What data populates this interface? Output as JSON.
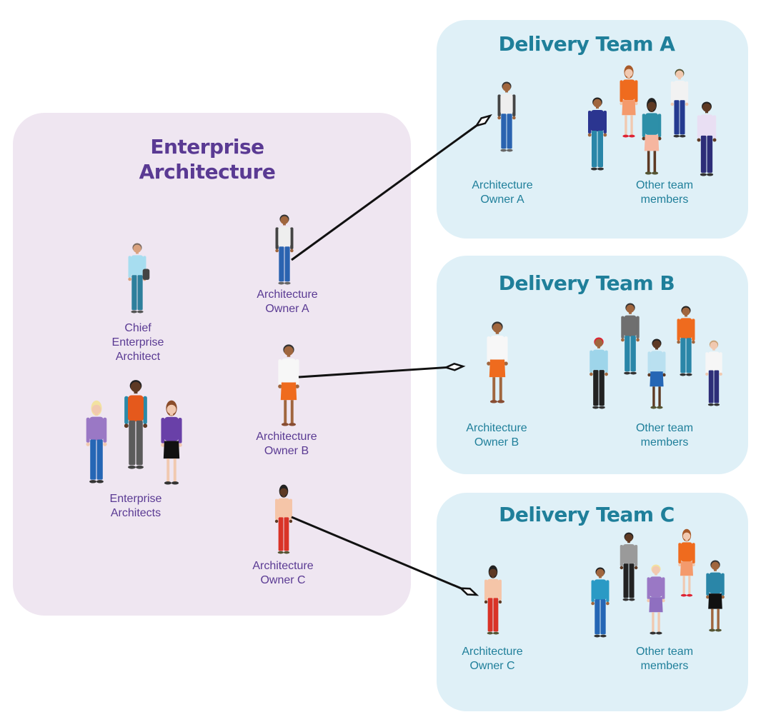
{
  "enterprise_architecture": {
    "title_line1": "Enterprise",
    "title_line2": "Architecture",
    "chief": {
      "line1": "Chief",
      "line2": "Enterprise",
      "line3": "Architect"
    },
    "architects": {
      "line1": "Enterprise",
      "line2": "Architects"
    },
    "owners": [
      {
        "line1": "Architecture",
        "line2": "Owner A"
      },
      {
        "line1": "Architecture",
        "line2": "Owner B"
      },
      {
        "line1": "Architecture",
        "line2": "Owner C"
      }
    ]
  },
  "delivery_teams": [
    {
      "title": "Delivery Team A",
      "owner": {
        "line1": "Architecture",
        "line2": "Owner A"
      },
      "others": {
        "line1": "Other team",
        "line2": "members"
      }
    },
    {
      "title": "Delivery Team B",
      "owner": {
        "line1": "Architecture",
        "line2": "Owner B"
      },
      "others": {
        "line1": "Other team",
        "line2": "members"
      }
    },
    {
      "title": "Delivery Team C",
      "owner": {
        "line1": "Architecture",
        "line2": "Owner C"
      },
      "others": {
        "line1": "Other team",
        "line2": "members"
      }
    }
  ],
  "colors": {
    "enterprise_panel": "#efe6f1",
    "team_panel": "#dff0f7",
    "enterprise_text": "#5a3a93",
    "team_text": "#1f7f9a",
    "connector": "#111111"
  }
}
